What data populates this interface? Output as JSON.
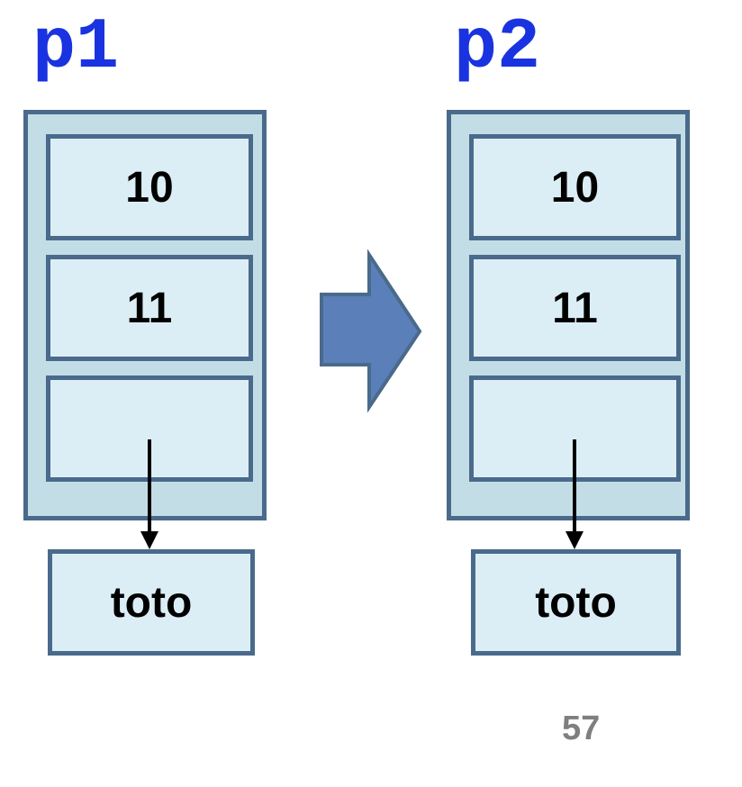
{
  "objects": [
    {
      "label": "p1",
      "fields": [
        "10",
        "11",
        ""
      ],
      "ref_target": "toto"
    },
    {
      "label": "p2",
      "fields": [
        "10",
        "11",
        ""
      ],
      "ref_target": "toto"
    }
  ],
  "colors": {
    "label": "#1a33e0",
    "border": "#4a6a8c",
    "outer_fill": "#c3dde6",
    "field_fill": "#dceef5",
    "transition_arrow": "#5b7fb8",
    "page_number": "#7f7f7f"
  },
  "transition_arrow_icon": "block-arrow-right-icon",
  "page_number": "57"
}
